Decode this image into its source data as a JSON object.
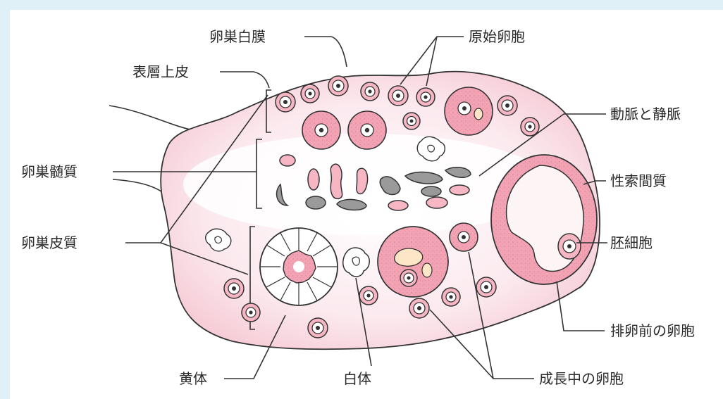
{
  "diagram": {
    "labels": {
      "tunica_albuginea": "卵巣白膜",
      "primordial_follicle": "原始卵胞",
      "surface_epithelium": "表層上皮",
      "arteries_veins": "動脈と静脈",
      "medulla": "卵巣髄質",
      "sex_cord_stroma": "性索間質",
      "cortex": "卵巣皮質",
      "oocyte": "胚細胞",
      "preovulatory_follicle": "排卵前の卵胞",
      "corpus_luteum": "黄体",
      "corpus_albicans": "白体",
      "growing_follicle": "成長中の卵胞"
    }
  }
}
